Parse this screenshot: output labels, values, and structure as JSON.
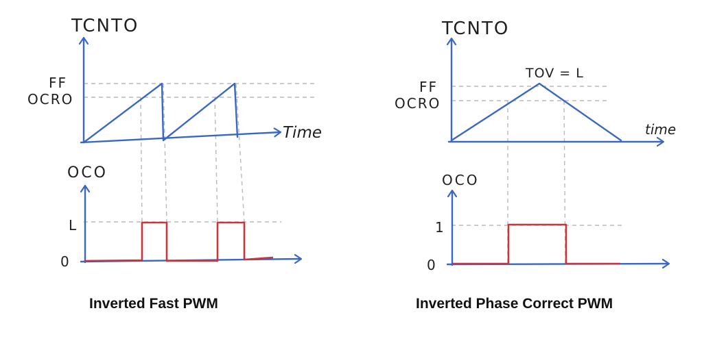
{
  "fast": {
    "counter_label": "TCNTO",
    "ff_label": "FF",
    "ocr_label": "OCRO",
    "time_label": "Time",
    "out_label": "OCO",
    "high_label": "L",
    "low_label": "0",
    "caption": "Inverted Fast PWM"
  },
  "phase": {
    "counter_label": "TCNTO",
    "tov_label": "TOV = L",
    "ff_label": "FF",
    "ocr_label": "OCRO",
    "time_label": "time",
    "out_label": "OCO",
    "high_label": "1",
    "low_label": "0",
    "caption": "Inverted Phase Correct PWM"
  },
  "colors": {
    "axis": "#3a66c4",
    "signal": "#c8353a",
    "guide": "#b9b9b9"
  }
}
